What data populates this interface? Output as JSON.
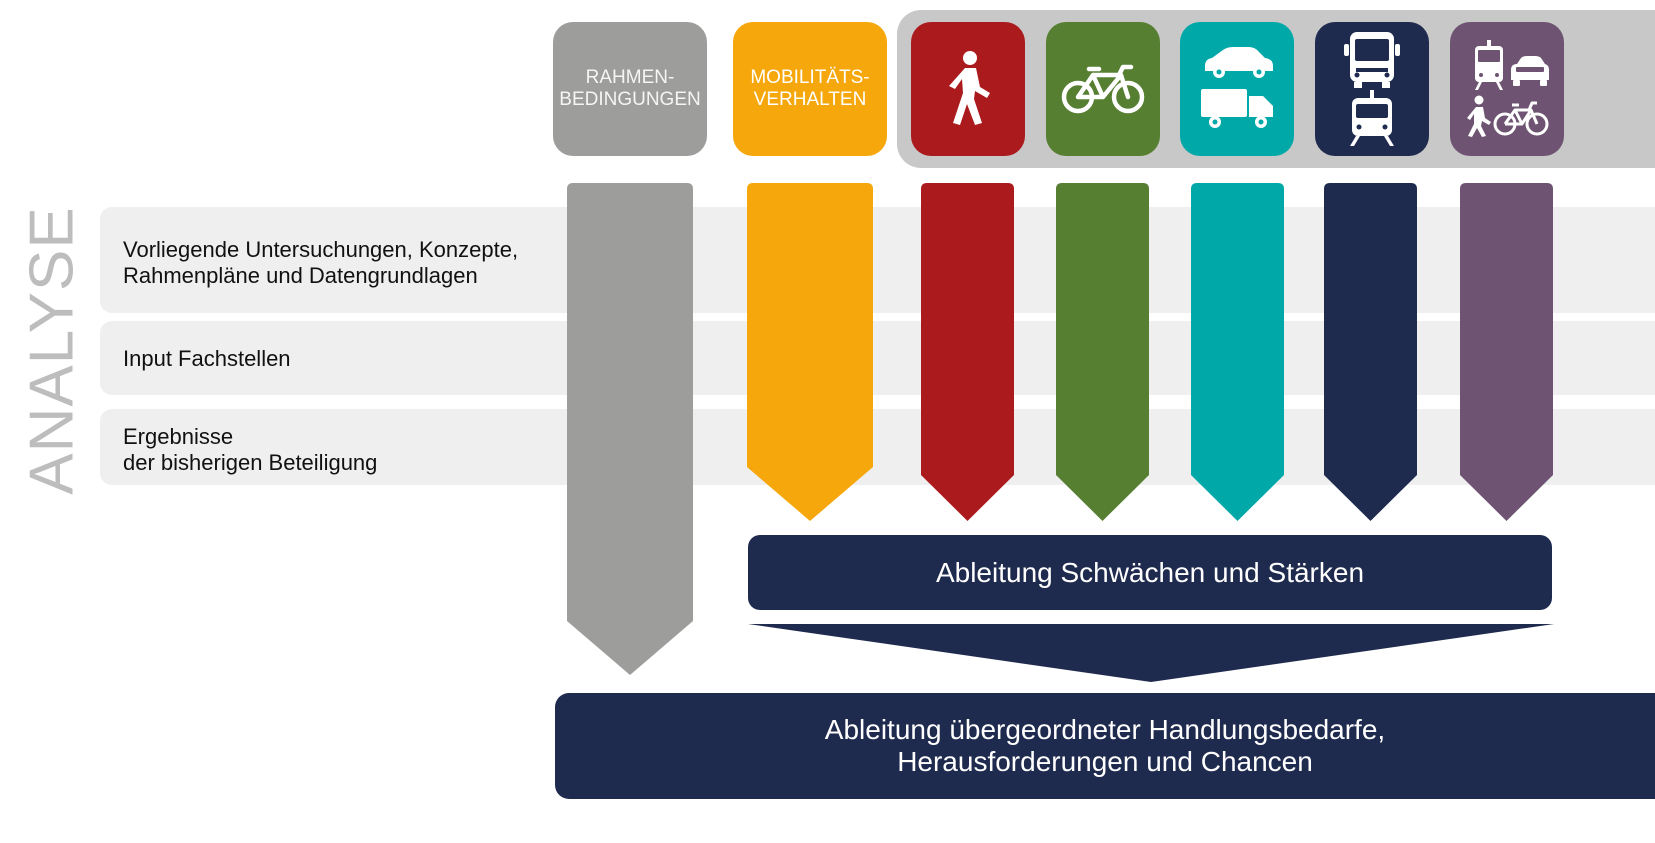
{
  "side_label": "ANALYSE",
  "rows": [
    {
      "label": "Vorliegende Untersuchungen, Konzepte,\nRahmenpläne und Datengrundlagen"
    },
    {
      "label": "Input Fachstellen"
    },
    {
      "label": "Ergebnisse\nder bisherigen Beteiligung"
    }
  ],
  "headers": {
    "rahmen": {
      "line1": "RAHMEN-",
      "line2": "BEDINGUNGEN"
    },
    "mobil": {
      "line1": "MOBILITÄTS-",
      "line2": "VERHALTEN"
    }
  },
  "modes": [
    {
      "icon": "pedestrian-icon",
      "color": "#ab1a1d"
    },
    {
      "icon": "bicycle-icon",
      "color": "#567f32"
    },
    {
      "icon": "car-truck-icon",
      "color": "#00a8a8"
    },
    {
      "icon": "bus-tram-icon",
      "color": "#1f2b4e"
    },
    {
      "icon": "multimodal-icon",
      "color": "#6e5472"
    }
  ],
  "colors": {
    "gray": "#9d9d9c",
    "orange": "#f5a70c",
    "navy": "#1f2b4e"
  },
  "bars": {
    "middle": "Ableitung Schwächen und Stärken",
    "bottom_line1": "Ableitung übergeordneter Handlungsbedarfe,",
    "bottom_line2": "Herausforderungen und Chancen"
  }
}
